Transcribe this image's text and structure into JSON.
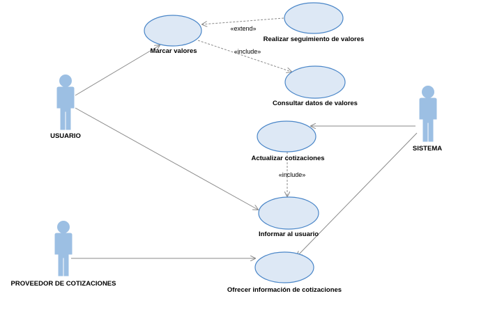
{
  "use_cases": {
    "marcar_valores": "Marcar valores",
    "realizar_seguimiento": "Realizar seguimiento de valores",
    "consultar_datos": "Consultar datos de valores",
    "actualizar_cotizaciones": "Actualizar cotizaciones",
    "informar_usuario": "Informar al usuario",
    "ofrecer_informacion": "Ofrecer información de cotizaciones"
  },
  "actors": {
    "usuario": "USUARIO",
    "sistema": "SISTEMA",
    "proveedor": "PROVEEDOR DE COTIZACIONES"
  },
  "relations": {
    "extend": "«extend»",
    "include_consultar": "«include»",
    "include_informar": "«include»"
  },
  "colors": {
    "use_case_fill": "#dde8f5",
    "use_case_stroke": "#4a86c8",
    "actor": "#9cbfe3",
    "line": "#8a8a8a"
  }
}
